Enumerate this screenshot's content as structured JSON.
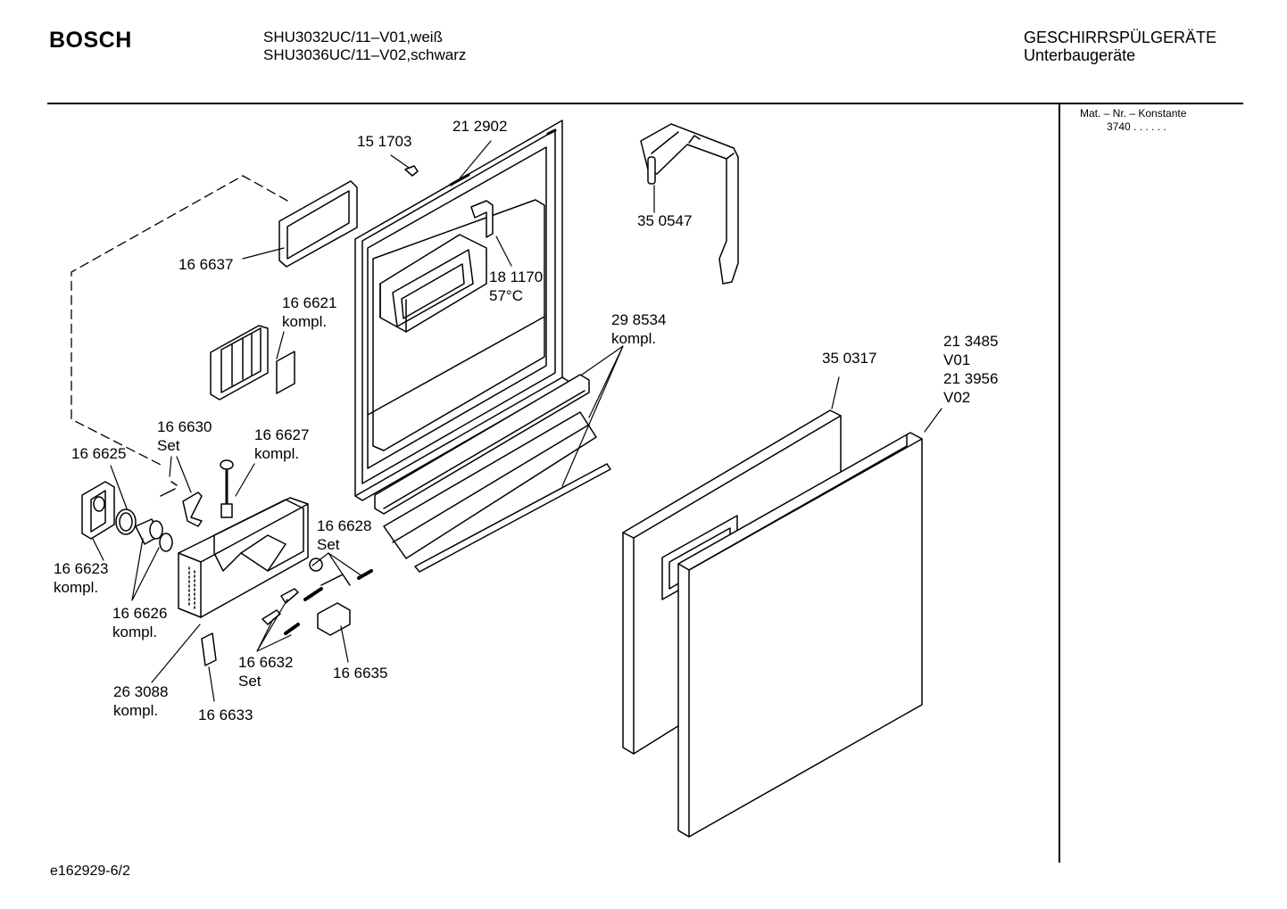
{
  "header": {
    "brand": "BOSCH",
    "models": [
      "SHU3032UC/11–V01,weiß",
      "SHU3036UC/11–V02,schwarz"
    ],
    "category": [
      "GESCHIRRSPÜLGERÄTE",
      "Unterbaugeräte"
    ]
  },
  "side": {
    "mat_label": "Mat. – Nr. – Konstante",
    "mat_value": "3740  .  .  .  .  .  ."
  },
  "callouts": [
    {
      "id": "p151703",
      "lines": [
        "15 1703"
      ]
    },
    {
      "id": "p212902",
      "lines": [
        "21 2902"
      ]
    },
    {
      "id": "p350547",
      "lines": [
        "35 0547"
      ]
    },
    {
      "id": "p166637",
      "lines": [
        "16 6637"
      ]
    },
    {
      "id": "p181170",
      "lines": [
        "18 1170",
        "57°C"
      ]
    },
    {
      "id": "p166621",
      "lines": [
        "16 6621",
        "kompl."
      ]
    },
    {
      "id": "p298534",
      "lines": [
        "29 8534",
        "kompl."
      ]
    },
    {
      "id": "p350317",
      "lines": [
        "35 0317"
      ]
    },
    {
      "id": "p213485",
      "lines": [
        "21 3485",
        "V01",
        "21 3956",
        "V02"
      ]
    },
    {
      "id": "p166630",
      "lines": [
        "16 6630",
        "Set"
      ]
    },
    {
      "id": "p166627",
      "lines": [
        "16 6627",
        "kompl."
      ]
    },
    {
      "id": "p166625",
      "lines": [
        "16 6625"
      ]
    },
    {
      "id": "p166628",
      "lines": [
        "16 6628",
        "Set"
      ]
    },
    {
      "id": "p166623",
      "lines": [
        "16 6623",
        "kompl."
      ]
    },
    {
      "id": "p166626",
      "lines": [
        "16 6626",
        "kompl."
      ]
    },
    {
      "id": "p166632",
      "lines": [
        "16 6632",
        "Set"
      ]
    },
    {
      "id": "p166635",
      "lines": [
        "16 6635"
      ]
    },
    {
      "id": "p263088",
      "lines": [
        "26 3088",
        "kompl."
      ]
    },
    {
      "id": "p166633",
      "lines": [
        "16 6633"
      ]
    }
  ],
  "footer": {
    "code": "e162929-6/2"
  }
}
